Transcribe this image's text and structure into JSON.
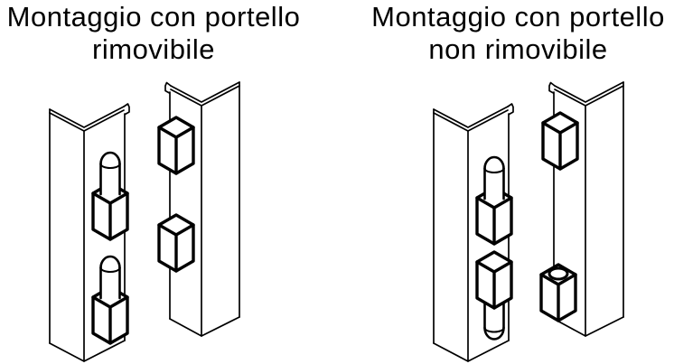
{
  "page": {
    "background_color": "#ffffff",
    "ink_color": "#000000"
  },
  "figures": [
    {
      "id": "removable",
      "title_line1": "Montaggio con portello",
      "title_line2": "rimovibile",
      "drawing": "isometric line drawing: door profile with two hinge pins pointing up, frame profile with two closed hinge sockets"
    },
    {
      "id": "non-removable",
      "title_line1": "Montaggio con portello",
      "title_line2": "non rimovibile",
      "drawing": "isometric line drawing: door profile with opposed hinge pins (top pin up, bottom pin down), frame profile with one closed socket and one open socket with visible hole"
    }
  ]
}
